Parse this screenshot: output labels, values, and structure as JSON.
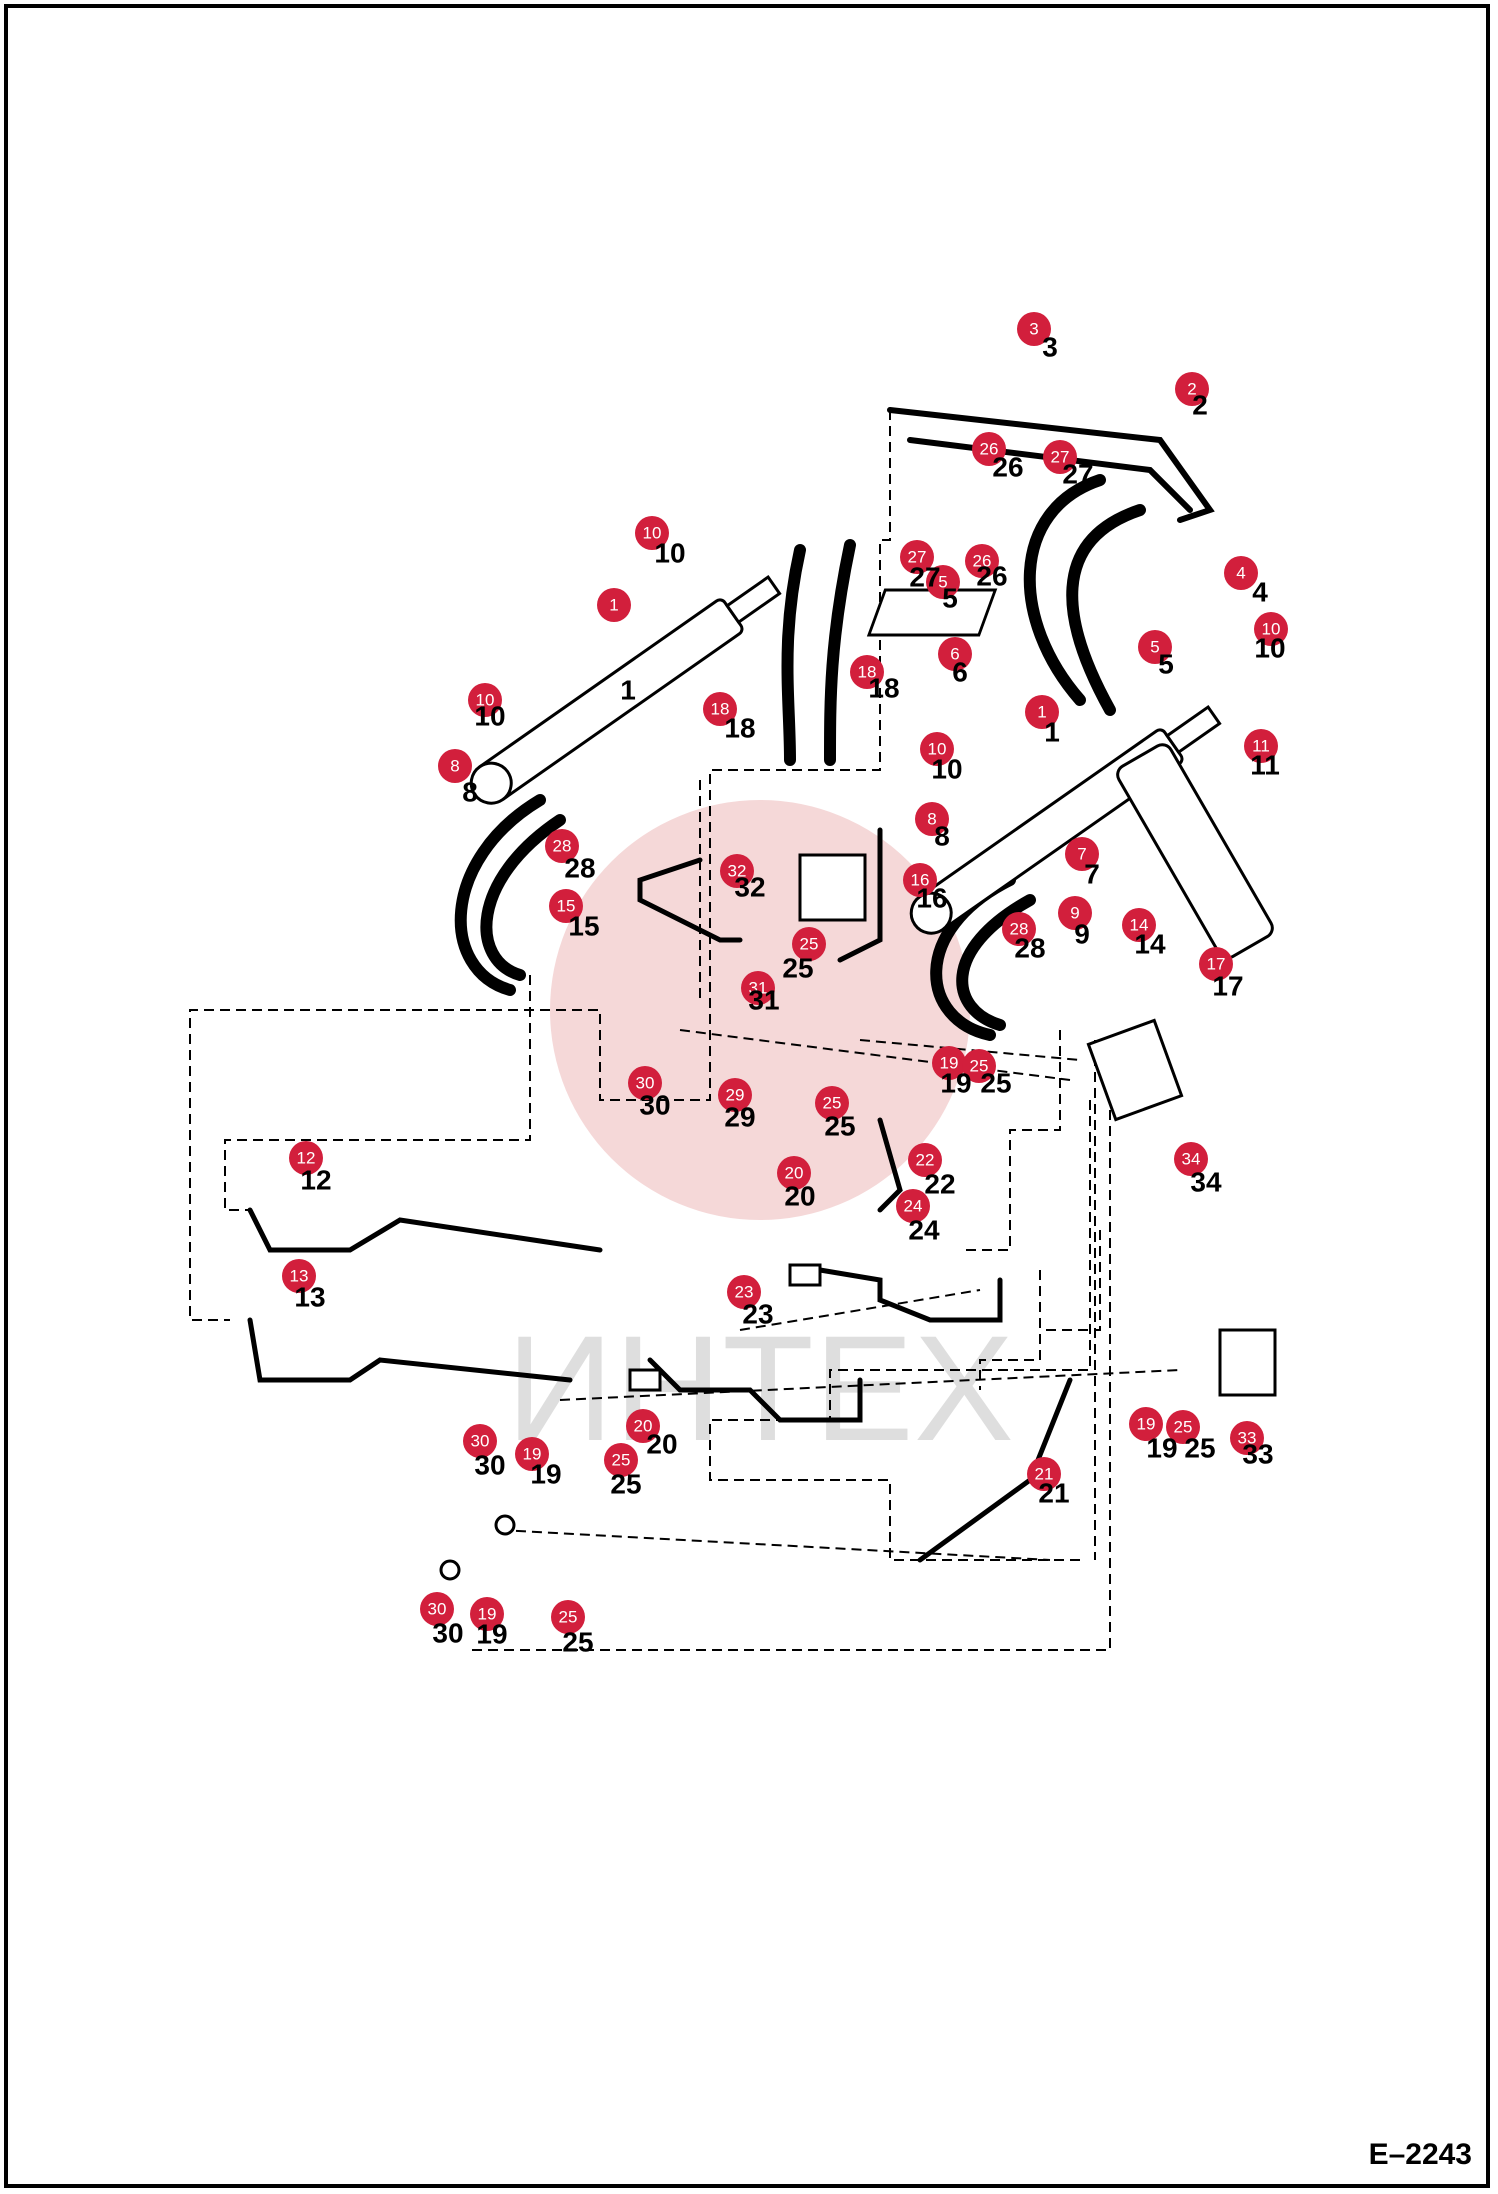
{
  "drawing_code": "E–2243",
  "watermark_text": "ИНТЕХ",
  "colors": {
    "badge": "#d21f3c",
    "line": "#000000",
    "watermark": "#e8a8a8"
  },
  "callouts": [
    {
      "n": "1"
    },
    {
      "n": "1"
    },
    {
      "n": "2"
    },
    {
      "n": "3"
    },
    {
      "n": "4"
    },
    {
      "n": "5"
    },
    {
      "n": "5"
    },
    {
      "n": "6"
    },
    {
      "n": "7"
    },
    {
      "n": "8"
    },
    {
      "n": "8"
    },
    {
      "n": "9"
    },
    {
      "n": "10"
    },
    {
      "n": "10"
    },
    {
      "n": "10"
    },
    {
      "n": "10"
    },
    {
      "n": "11"
    },
    {
      "n": "12"
    },
    {
      "n": "13"
    },
    {
      "n": "14"
    },
    {
      "n": "15"
    },
    {
      "n": "16"
    },
    {
      "n": "17"
    },
    {
      "n": "18"
    },
    {
      "n": "18"
    },
    {
      "n": "19"
    },
    {
      "n": "19"
    },
    {
      "n": "19"
    },
    {
      "n": "19"
    },
    {
      "n": "20"
    },
    {
      "n": "20"
    },
    {
      "n": "21"
    },
    {
      "n": "22"
    },
    {
      "n": "23"
    },
    {
      "n": "24"
    },
    {
      "n": "25"
    },
    {
      "n": "25"
    },
    {
      "n": "25"
    },
    {
      "n": "25"
    },
    {
      "n": "25"
    },
    {
      "n": "25"
    },
    {
      "n": "26"
    },
    {
      "n": "26"
    },
    {
      "n": "27"
    },
    {
      "n": "27"
    },
    {
      "n": "28"
    },
    {
      "n": "28"
    },
    {
      "n": "29"
    },
    {
      "n": "30"
    },
    {
      "n": "30"
    },
    {
      "n": "30"
    },
    {
      "n": "31"
    },
    {
      "n": "32"
    },
    {
      "n": "33"
    },
    {
      "n": "34"
    }
  ]
}
